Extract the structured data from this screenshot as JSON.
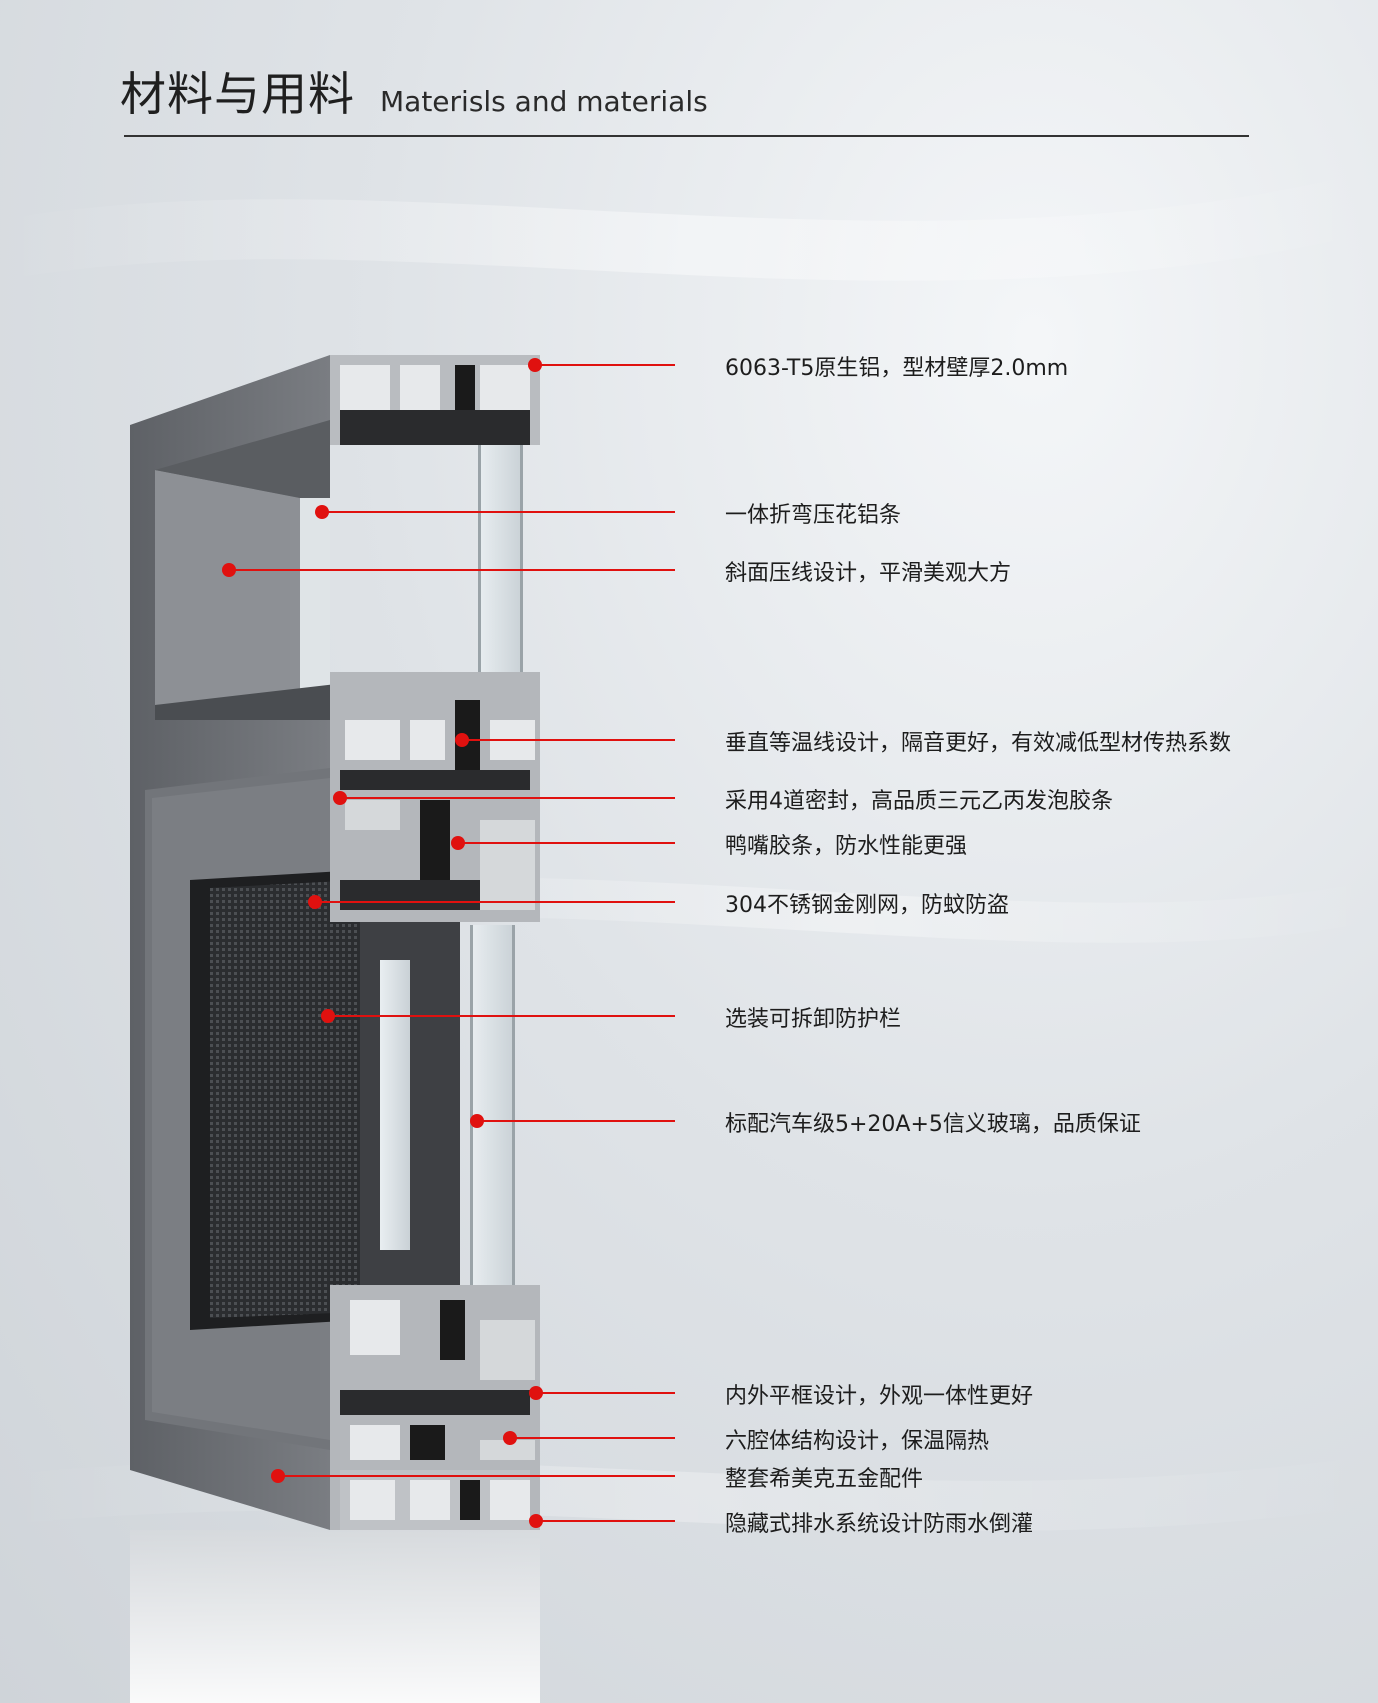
{
  "header": {
    "title_zh": "材料与用料",
    "title_en": "Materisls and materials"
  },
  "callouts": [
    {
      "text": "6063-T5原生铝，型材壁厚2.0mm"
    },
    {
      "text": "一体折弯压花铝条"
    },
    {
      "text": "斜面压线设计，平滑美观大方"
    },
    {
      "text": "垂直等温线设计，隔音更好，有效减低型材传热系数"
    },
    {
      "text": "采用4道密封，高品质三元乙丙发泡胶条"
    },
    {
      "text": "鸭嘴胶条，防水性能更强"
    },
    {
      "text": "304不锈钢金刚网，防蚊防盗"
    },
    {
      "text": "选装可拆卸防护栏"
    },
    {
      "text": "标配汽车级5+20A+5信义玻璃，品质保证"
    },
    {
      "text": "内外平框设计，外观一体性更好"
    },
    {
      "text": "六腔体结构设计，保温隔热"
    },
    {
      "text": "整套希美克五金配件"
    },
    {
      "text": "隐藏式排水系统设计防雨水倒灌"
    }
  ],
  "colors": {
    "accent": "#e0110f",
    "frame": "#6b6e72",
    "text": "#1d1d1d"
  }
}
